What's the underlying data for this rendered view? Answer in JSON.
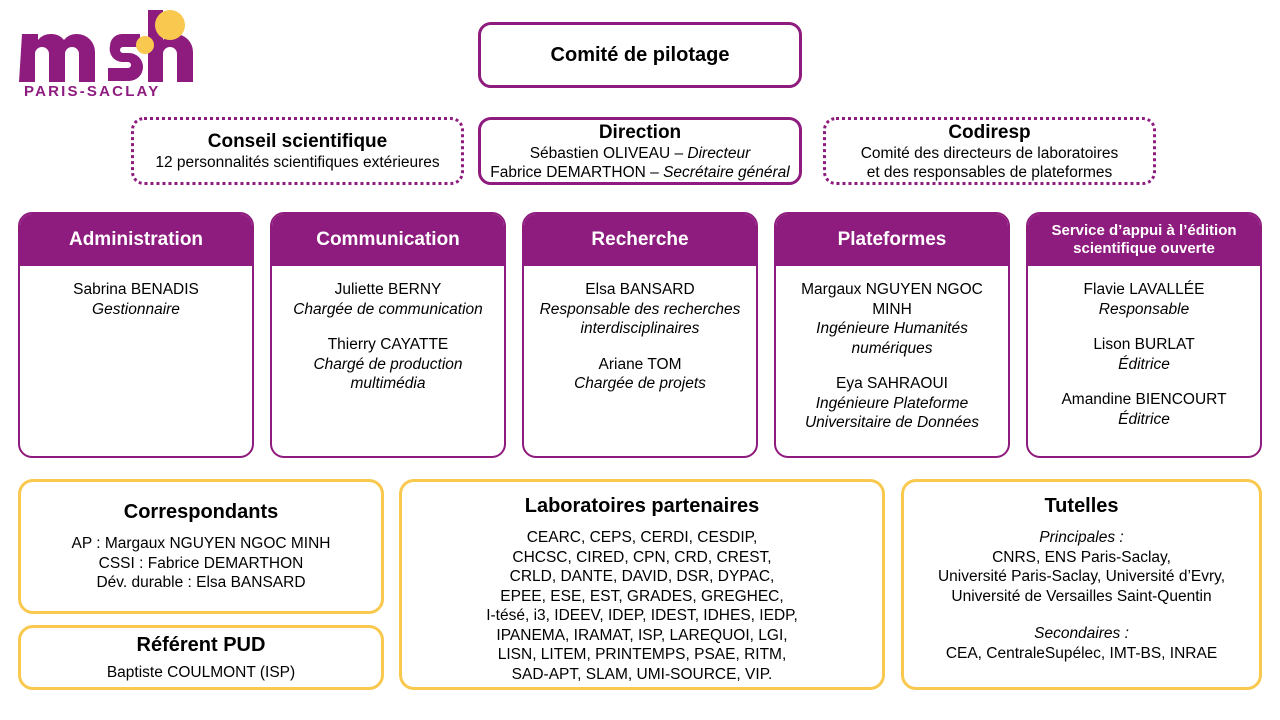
{
  "logo": {
    "wordmark": "msh",
    "tagline": "PARIS-SACLAY",
    "purple": "#8E1B7E",
    "yellow": "#F9C94F"
  },
  "colors": {
    "purple": "#8E1B7E",
    "yellow": "#F9C94F",
    "text": "#000000",
    "background": "#FFFFFF"
  },
  "top": {
    "comite_pilotage": {
      "title": "Comité de pilotage"
    },
    "conseil_scientifique": {
      "title": "Conseil scientifique",
      "subtitle": "12 personnalités scientifiques extérieures"
    },
    "direction": {
      "title": "Direction",
      "line1_name": "Sébastien OLIVEAU – ",
      "line1_role": "Directeur",
      "line2_name": "Fabrice DEMARTHON – ",
      "line2_role": "Secrétaire général"
    },
    "codiresp": {
      "title": "Codiresp",
      "subtitle_line1": "Comité des directeurs de laboratoires",
      "subtitle_line2": "et des responsables de plateformes"
    }
  },
  "departments": [
    {
      "header": "Administration",
      "people": [
        {
          "name": "Sabrina BENADIS",
          "role": "Gestionnaire"
        }
      ]
    },
    {
      "header": "Communication",
      "people": [
        {
          "name": "Juliette BERNY",
          "role": "Chargée de communication"
        },
        {
          "name": "Thierry CAYATTE",
          "role": "Chargé de production multimédia"
        }
      ]
    },
    {
      "header": "Recherche",
      "people": [
        {
          "name": "Elsa BANSARD",
          "role": "Responsable des recherches interdisciplinaires"
        },
        {
          "name": "Ariane TOM",
          "role": "Chargée de projets"
        }
      ]
    },
    {
      "header": "Plateformes",
      "people": [
        {
          "name": "Margaux NGUYEN NGOC MINH",
          "role": "Ingénieure Humanités numériques"
        },
        {
          "name": "Eya SAHRAOUI",
          "role": "Ingénieure Plateforme Universitaire de Données"
        }
      ]
    },
    {
      "header": "Service d’appui à l’édition scientifique ouverte",
      "people": [
        {
          "name": "Flavie LAVALLÉE",
          "role": "Responsable"
        },
        {
          "name": "Lison BURLAT",
          "role": "Éditrice"
        },
        {
          "name": "Amandine BIENCOURT",
          "role": "Éditrice"
        }
      ]
    }
  ],
  "bottom": {
    "correspondants": {
      "title": "Correspondants",
      "lines": [
        "AP : Margaux NGUYEN NGOC MINH",
        "CSSI : Fabrice DEMARTHON",
        "Dév. durable : Elsa BANSARD"
      ]
    },
    "referent_pud": {
      "title": "Référent PUD",
      "lines": [
        "Baptiste COULMONT (ISP)"
      ]
    },
    "laboratoires": {
      "title": "Laboratoires partenaires",
      "lines": [
        "CEARC, CEPS, CERDI, CESDIP,",
        "CHCSC, CIRED, CPN, CRD, CREST,",
        "CRLD, DANTE, DAVID, DSR, DYPAC,",
        "EPEE, ESE, EST, GRADES, GREGHEC,",
        "I-tésé, i3, IDEEV, IDEP, IDEST, IDHES, IEDP,",
        "IPANEMA, IRAMAT, ISP, LAREQUOI, LGI,",
        "LISN, LITEM, PRINTEMPS, PSAE, RITM,",
        "SAD-APT, SLAM, UMI-SOURCE, VIP."
      ]
    },
    "tutelles": {
      "title": "Tutelles",
      "groups": [
        {
          "label": "Principales :",
          "lines": [
            "CNRS, ENS Paris-Saclay,",
            "Université Paris-Saclay, Université d’Evry,",
            "Université de Versailles Saint-Quentin"
          ]
        },
        {
          "label": "Secondaires :",
          "lines": [
            "CEA, CentraleSupélec, IMT-BS, INRAE"
          ]
        }
      ]
    }
  }
}
